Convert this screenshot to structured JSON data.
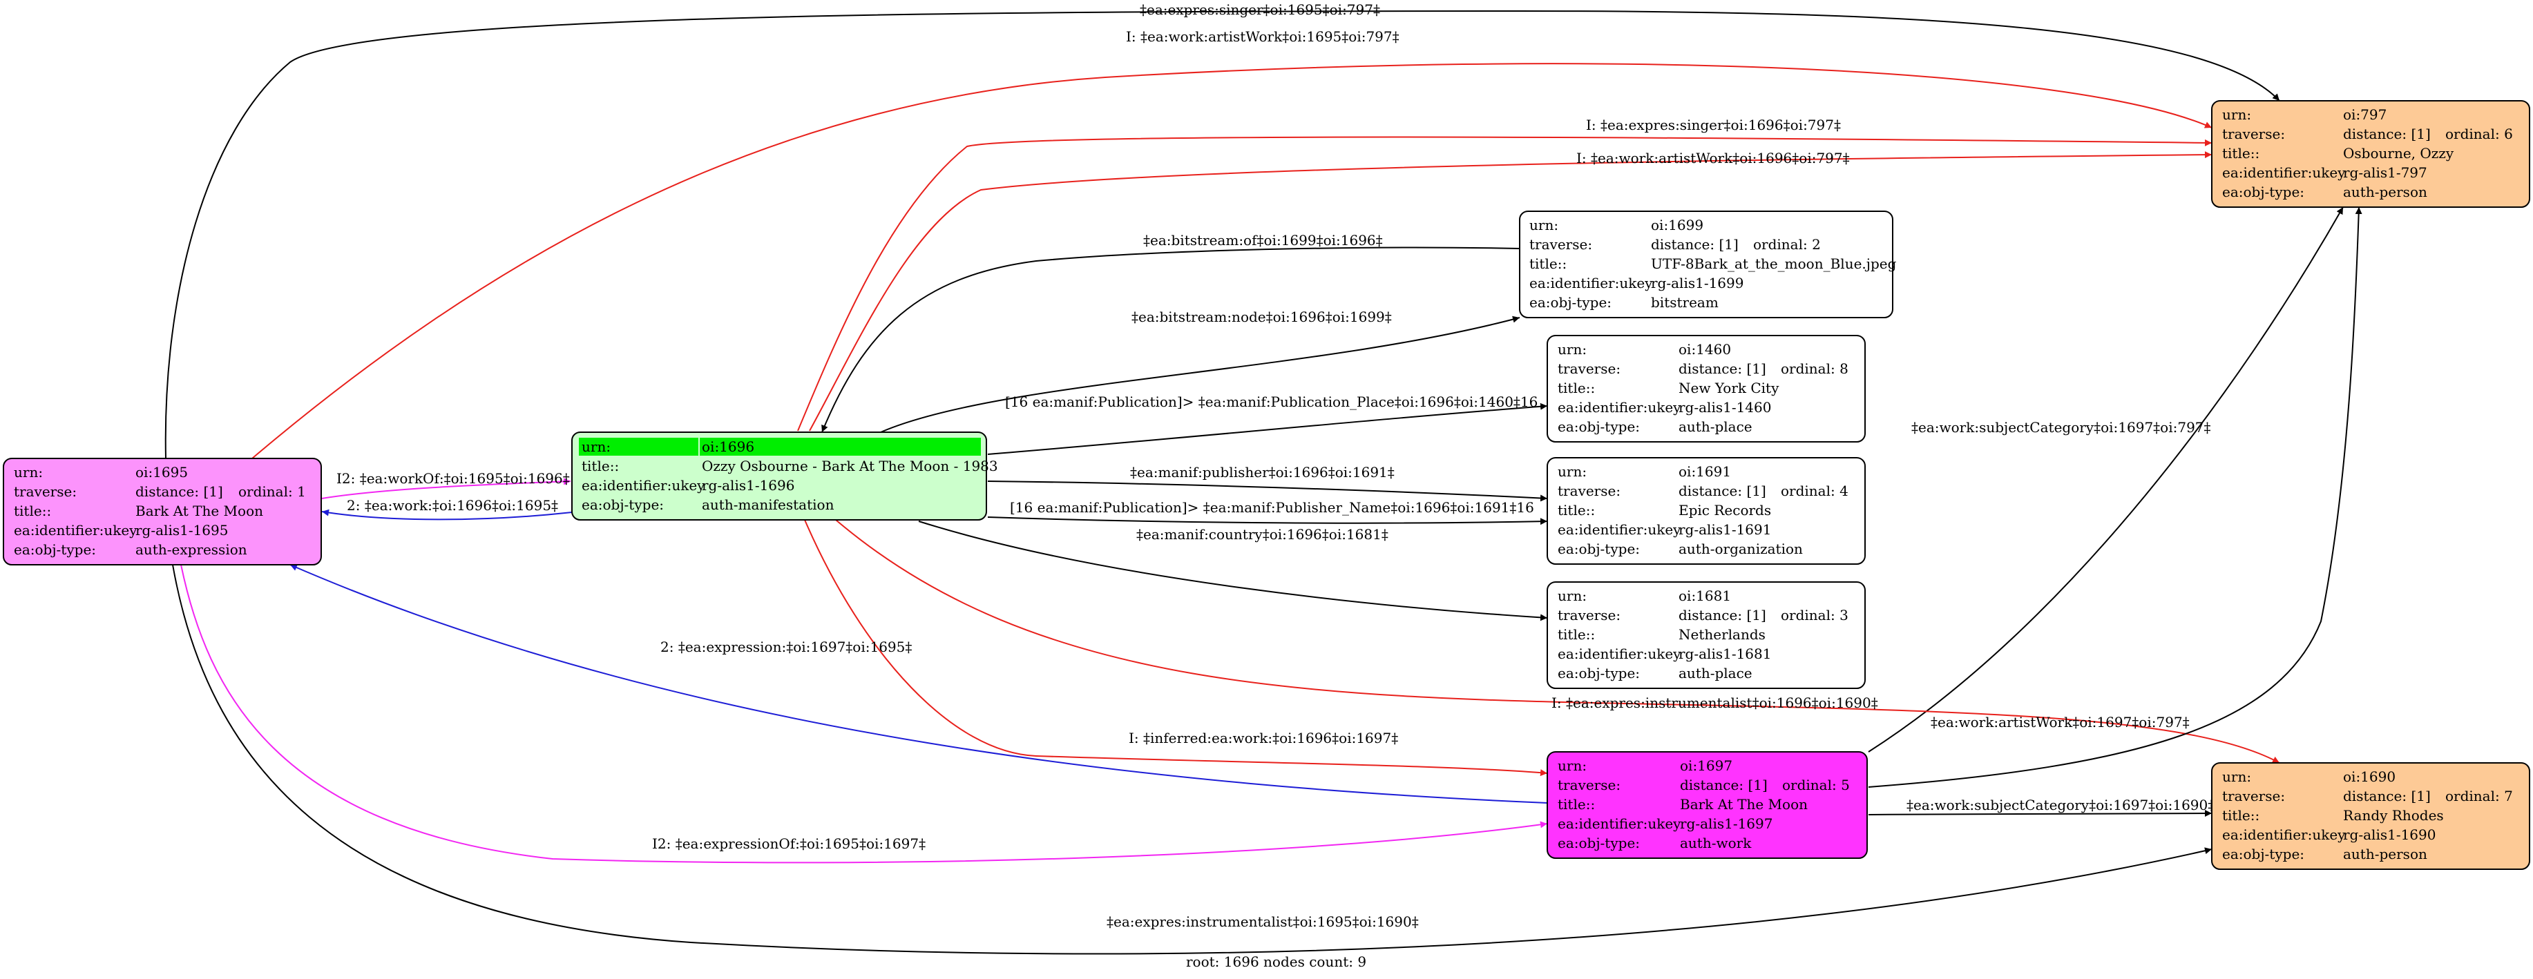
{
  "colors": {
    "black_edge": "#000000",
    "red_edge": "#e8211c",
    "blue_edge": "#1d1dd6",
    "magenta_edge": "#f226f2",
    "expression_fill": "#fc93fc",
    "manifestation_fill": "#ccffcc",
    "root_highlight": "#00ee00",
    "work_fill": "#ff33ff",
    "person_fill": "#fdca96",
    "plain_fill": "#ffffff"
  },
  "nodes": [
    {
      "id": "n1695",
      "rows": [
        {
          "key": "urn:",
          "value": "oi:1695"
        },
        {
          "key": "traverse:",
          "value": "distance: [1]",
          "extra": "ordinal: 1"
        },
        {
          "key": "title::",
          "value": "Bark At The Moon"
        },
        {
          "key": "ea:identifier:ukey",
          "value": "rg-alis1-1695"
        },
        {
          "key": "ea:obj-type:",
          "value": "auth-expression"
        }
      ]
    },
    {
      "id": "n1696",
      "rows": [
        {
          "key": "urn:",
          "value": "oi:1696"
        },
        {
          "key": "title::",
          "value": "Ozzy Osbourne - Bark At The Moon - 1983"
        },
        {
          "key": "ea:identifier:ukey",
          "value": "rg-alis1-1696"
        },
        {
          "key": "ea:obj-type:",
          "value": "auth-manifestation"
        }
      ]
    },
    {
      "id": "n1699",
      "rows": [
        {
          "key": "urn:",
          "value": "oi:1699"
        },
        {
          "key": "traverse:",
          "value": "distance: [1]",
          "extra": "ordinal: 2"
        },
        {
          "key": "title::",
          "value": "UTF-8Bark_at_the_moon_Blue.jpeg"
        },
        {
          "key": "ea:identifier:ukey",
          "value": "rg-alis1-1699"
        },
        {
          "key": "ea:obj-type:",
          "value": "bitstream"
        }
      ]
    },
    {
      "id": "n1460",
      "rows": [
        {
          "key": "urn:",
          "value": "oi:1460"
        },
        {
          "key": "traverse:",
          "value": "distance: [1]",
          "extra": "ordinal: 8"
        },
        {
          "key": "title::",
          "value": "New York City"
        },
        {
          "key": "ea:identifier:ukey",
          "value": "rg-alis1-1460"
        },
        {
          "key": "ea:obj-type:",
          "value": "auth-place"
        }
      ]
    },
    {
      "id": "n1691",
      "rows": [
        {
          "key": "urn:",
          "value": "oi:1691"
        },
        {
          "key": "traverse:",
          "value": "distance: [1]",
          "extra": "ordinal: 4"
        },
        {
          "key": "title::",
          "value": "Epic Records"
        },
        {
          "key": "ea:identifier:ukey",
          "value": "rg-alis1-1691"
        },
        {
          "key": "ea:obj-type:",
          "value": "auth-organization"
        }
      ]
    },
    {
      "id": "n1681",
      "rows": [
        {
          "key": "urn:",
          "value": "oi:1681"
        },
        {
          "key": "traverse:",
          "value": "distance: [1]",
          "extra": "ordinal: 3"
        },
        {
          "key": "title::",
          "value": "Netherlands"
        },
        {
          "key": "ea:identifier:ukey",
          "value": "rg-alis1-1681"
        },
        {
          "key": "ea:obj-type:",
          "value": "auth-place"
        }
      ]
    },
    {
      "id": "n1697",
      "rows": [
        {
          "key": "urn:",
          "value": "oi:1697"
        },
        {
          "key": "traverse:",
          "value": "distance: [1]",
          "extra": "ordinal: 5"
        },
        {
          "key": "title::",
          "value": "Bark At The Moon"
        },
        {
          "key": "ea:identifier:ukey",
          "value": "rg-alis1-1697"
        },
        {
          "key": "ea:obj-type:",
          "value": "auth-work"
        }
      ]
    },
    {
      "id": "n797",
      "rows": [
        {
          "key": "urn:",
          "value": "oi:797"
        },
        {
          "key": "traverse:",
          "value": "distance: [1]",
          "extra": "ordinal: 6"
        },
        {
          "key": "title::",
          "value": "Osbourne, Ozzy"
        },
        {
          "key": "ea:identifier:ukey",
          "value": "rg-alis1-797"
        },
        {
          "key": "ea:obj-type:",
          "value": "auth-person"
        }
      ]
    },
    {
      "id": "n1690",
      "rows": [
        {
          "key": "urn:",
          "value": "oi:1690"
        },
        {
          "key": "traverse:",
          "value": "distance: [1]",
          "extra": "ordinal: 7"
        },
        {
          "key": "title::",
          "value": "Randy Rhodes"
        },
        {
          "key": "ea:identifier:ukey",
          "value": "rg-alis1-1690"
        },
        {
          "key": "ea:obj-type:",
          "value": "auth-person"
        }
      ]
    }
  ],
  "edge_labels": [
    {
      "id": "e1",
      "text": "‡ea:expres:singer‡oi:1695‡oi:797‡"
    },
    {
      "id": "e2",
      "text": "I: ‡ea:work:artistWork‡oi:1695‡oi:797‡"
    },
    {
      "id": "e3",
      "text": "I: ‡ea:expres:singer‡oi:1696‡oi:797‡"
    },
    {
      "id": "e4",
      "text": "I: ‡ea:work:artistWork‡oi:1696‡oi:797‡"
    },
    {
      "id": "e5",
      "text": "‡ea:bitstream:of‡oi:1699‡oi:1696‡"
    },
    {
      "id": "e6",
      "text": "‡ea:bitstream:node‡oi:1696‡oi:1699‡"
    },
    {
      "id": "e7",
      "text": "[16 ea:manif:Publication]> ‡ea:manif:Publication_Place‡oi:1696‡oi:1460‡16"
    },
    {
      "id": "e8",
      "text": "I2: ‡ea:workOf:‡oi:1695‡oi:1696‡"
    },
    {
      "id": "e9",
      "text": "2: ‡ea:work:‡oi:1696‡oi:1695‡"
    },
    {
      "id": "e10",
      "text": "‡ea:manif:publisher‡oi:1696‡oi:1691‡"
    },
    {
      "id": "e11",
      "text": "[16 ea:manif:Publication]> ‡ea:manif:Publisher_Name‡oi:1696‡oi:1691‡16"
    },
    {
      "id": "e12",
      "text": "‡ea:manif:country‡oi:1696‡oi:1681‡"
    },
    {
      "id": "e13",
      "text": "‡ea:work:subjectCategory‡oi:1697‡oi:797‡"
    },
    {
      "id": "e14",
      "text": "2: ‡ea:expression:‡oi:1697‡oi:1695‡"
    },
    {
      "id": "e15",
      "text": "I: ‡ea:expres:instrumentalist‡oi:1696‡oi:1690‡"
    },
    {
      "id": "e16",
      "text": "I: ‡inferred:ea:work:‡oi:1696‡oi:1697‡"
    },
    {
      "id": "e17",
      "text": "‡ea:work:artistWork‡oi:1697‡oi:797‡"
    },
    {
      "id": "e18",
      "text": "‡ea:work:subjectCategory‡oi:1697‡oi:1690‡"
    },
    {
      "id": "e19",
      "text": "I2: ‡ea:expressionOf:‡oi:1695‡oi:1697‡"
    },
    {
      "id": "e20",
      "text": "‡ea:expres:instrumentalist‡oi:1695‡oi:1690‡"
    }
  ],
  "footer": "root: 1696 nodes count: 9"
}
